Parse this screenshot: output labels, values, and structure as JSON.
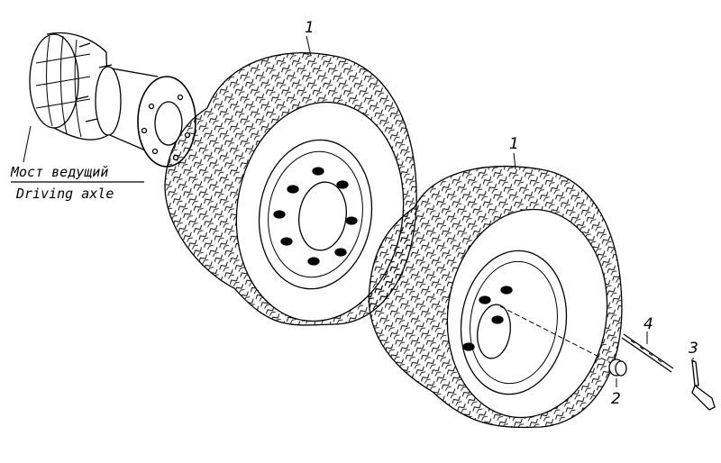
{
  "diagram": {
    "axle_label_ru": "Мост ведущий",
    "axle_label_en": "Driving axle",
    "callouts": {
      "tire_front": "1",
      "tire_rear": "1",
      "nut": "2",
      "wrench": "3",
      "rod": "4"
    }
  },
  "colors": {
    "line": "#000000",
    "background": "#ffffff"
  }
}
